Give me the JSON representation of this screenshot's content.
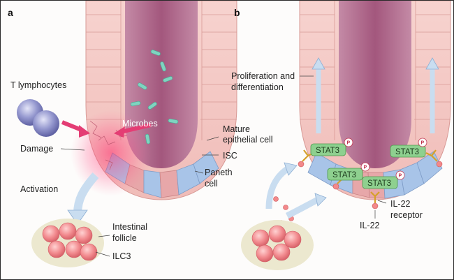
{
  "panels": {
    "a": {
      "letter": "a",
      "labels": {
        "t_lymphocytes": "T lymphocytes",
        "microbes": "Microbes",
        "damage": "Damage",
        "activation": "Activation",
        "mature_epithelial_1": "Mature",
        "mature_epithelial_2": "epithelial cell",
        "isc": "ISC",
        "paneth_1": "Paneth",
        "paneth_2": "cell",
        "intestinal_follicle_1": "Intestinal",
        "intestinal_follicle_2": "follicle",
        "ilc3": "ILC3"
      }
    },
    "b": {
      "letter": "b",
      "labels": {
        "proliferation_1": "Proliferation and",
        "proliferation_2": "differentiation",
        "stat3": "STAT3",
        "phospho": "P",
        "il22_receptor_1": "IL-22",
        "il22_receptor_2": "receptor",
        "il22": "IL-22"
      }
    }
  },
  "colors": {
    "epithelium": "#f4c6c2",
    "epithelium_stroke": "#d89a96",
    "lumen": "#b36a8d",
    "paneth": "#a8c4e8",
    "isc": "#e7a7a9",
    "microbe": "#7fd4c0",
    "stat3": "#8ed08f",
    "arrow": "#c9ddf0",
    "damage_glow": "#ff3d7a",
    "ilc3": "#f0898c",
    "follicle": "#ece8cf"
  }
}
